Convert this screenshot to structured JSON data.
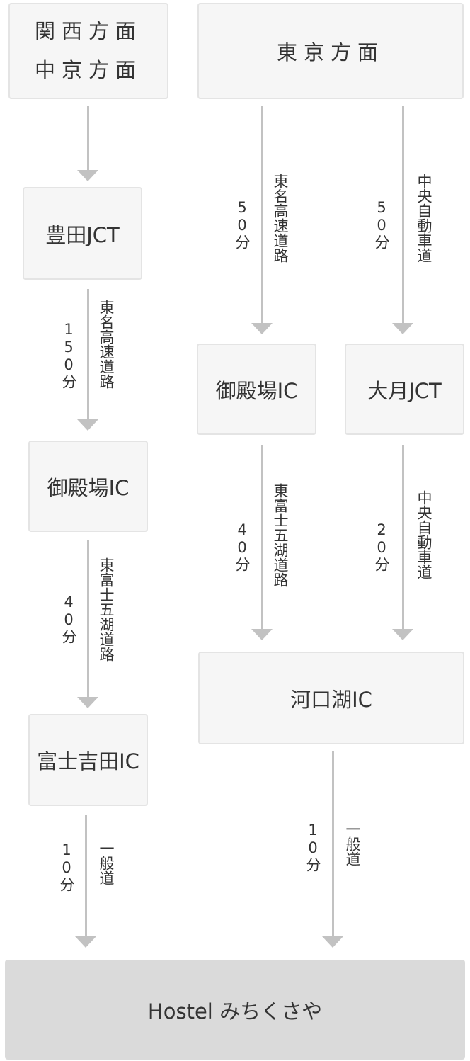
{
  "boxes": {
    "kansai_line1": "関西方面",
    "kansai_line2": "中京方面",
    "tokyo": "東京方面",
    "toyota": "豊田JCT",
    "gotemba_left": "御殿場IC",
    "fujiyoshida": "富士吉田IC",
    "gotemba_right": "御殿場IC",
    "otsuki": "大月JCT",
    "kawaguchiko": "河口湖IC",
    "hostel": "Hostel みちくさや"
  },
  "routes": {
    "kansai_to_toyota": {
      "road": "",
      "time": ""
    },
    "toyota_to_gotemba": {
      "road": "東名高速道路",
      "time": "150分"
    },
    "gotemba_to_fujiyoshida": {
      "road": "東富士五湖道路",
      "time": "40分"
    },
    "fujiyoshida_to_hostel": {
      "road": "一般道",
      "time": "10分"
    },
    "tokyo_to_gotemba": {
      "road": "東名高速道路",
      "time": "50分"
    },
    "tokyo_to_otsuki": {
      "road": "中央自動車道",
      "time": "50分"
    },
    "gotemba_to_kawaguchiko": {
      "road": "東富士五湖道路",
      "time": "40分"
    },
    "otsuki_to_kawaguchiko": {
      "road": "中央自動車道",
      "time": "20分"
    },
    "kawaguchiko_to_hostel": {
      "road": "一般道",
      "time": "10分"
    }
  },
  "colors": {
    "box_fill": "#f6f6f6",
    "box_border": "#e4e4e4",
    "final_fill": "#dadada",
    "arrow": "#c2c2c2",
    "text": "#333333"
  }
}
